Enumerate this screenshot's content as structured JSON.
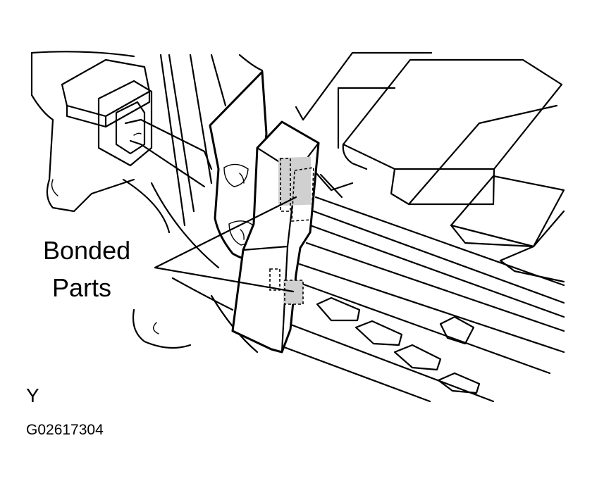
{
  "callout": {
    "line1": "Bonded",
    "line2": "Parts"
  },
  "view_letter": "Y",
  "figure_code": "G02617304"
}
